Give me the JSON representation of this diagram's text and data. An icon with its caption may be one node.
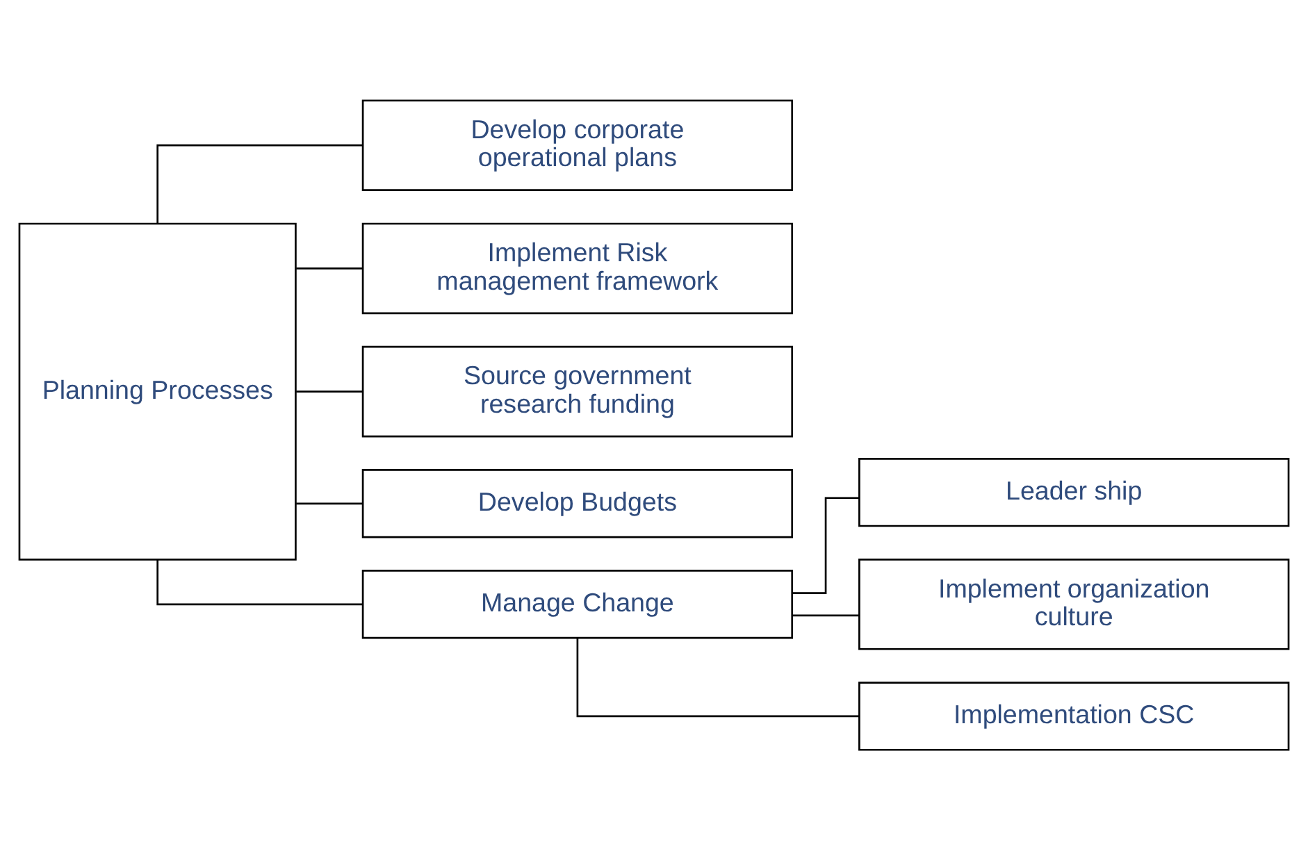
{
  "diagram": {
    "nodes": [
      {
        "text": [
          "Planning Processes"
        ]
      },
      {
        "text": [
          "Develop corporate operational plans"
        ]
      },
      {
        "text": [
          "Implement Risk management framework"
        ]
      },
      {
        "text": [
          "Source government research funding"
        ]
      },
      {
        "text": [
          "Develop Budgets"
        ]
      },
      {
        "text": [
          "Manage Change"
        ]
      },
      {
        "text": [
          "Leader ship"
        ]
      },
      {
        "text": [
          "Implement organization culture"
        ]
      },
      {
        "text": [
          "Implementation CSC"
        ]
      }
    ],
    "edges": [
      {
        "from": 0,
        "to": 1,
        "arrow": "none"
      },
      {
        "from": 0,
        "to": 2,
        "arrow": "none"
      },
      {
        "from": 0,
        "to": 3,
        "arrow": "none"
      },
      {
        "from": 0,
        "to": 4,
        "arrow": "none"
      },
      {
        "from": 0,
        "to": 5,
        "arrow": "none"
      },
      {
        "from": 5,
        "to": 6,
        "arrow": "none"
      },
      {
        "from": 5,
        "to": 7,
        "arrow": "none"
      },
      {
        "from": 5,
        "to": 8,
        "arrow": "none"
      }
    ]
  }
}
